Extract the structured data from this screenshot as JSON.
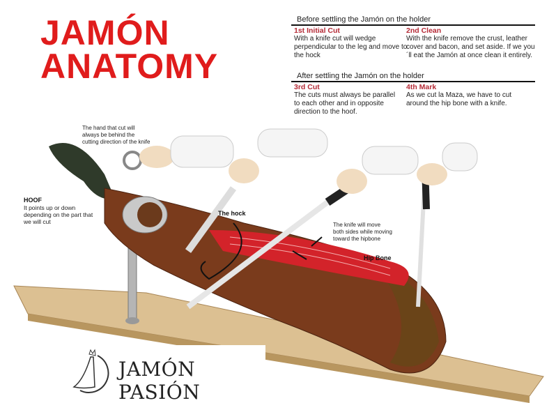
{
  "title": {
    "line1": "JAMÓN",
    "line2": "ANATOMY"
  },
  "before": {
    "heading": "Before settling the Jamón on the holder",
    "steps": [
      {
        "title": "1st Initial Cut",
        "text": "With a knife cut will wedge perpendicular to the leg and move to the hock"
      },
      {
        "title": "2nd Clean",
        "text": "With the knife remove the crust, leather cover and bacon, and set aside. If we you´ll eat the Jamón at once clean it entirely."
      }
    ]
  },
  "after": {
    "heading": "After settling the Jamón on the holder",
    "steps": [
      {
        "title": "3rd Cut",
        "text": "The cuts must always be parallel to each other and in opposite direction to the hoof."
      },
      {
        "title": "4th Mark",
        "text": "As we cut la Maza, we have to cut around the hip bone with a knife."
      }
    ]
  },
  "annotations": {
    "hand": "The hand that cut will always be behind the cutting direction of the knife",
    "hoof_title": "HOOF",
    "hoof_text": "It points up or down depending on the part that we will cut",
    "hock": "The hock",
    "knife_move": "The knife will move both sides while moving toward the hipbone",
    "hip_bone": "Hip Bone"
  },
  "logo": {
    "text": "JAMÓN PASIÓN"
  }
}
